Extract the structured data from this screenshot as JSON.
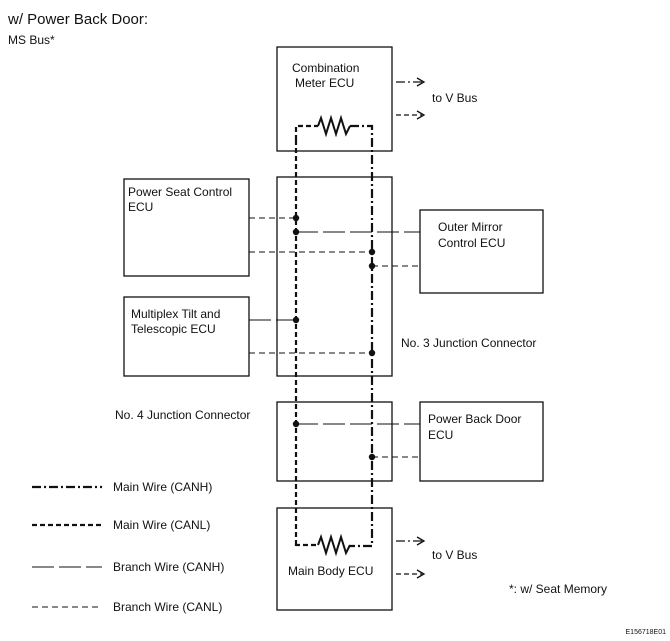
{
  "header": {
    "title": "w/ Power Back Door:",
    "subtitle": "MS Bus*"
  },
  "ecus": {
    "combination_meter": {
      "line1": "Combination",
      "line2": "Meter ECU"
    },
    "power_seat": {
      "line1": "Power Seat Control",
      "line2": "ECU"
    },
    "outer_mirror": {
      "line1": "Outer Mirror",
      "line2": "Control ECU"
    },
    "multiplex_tilt": {
      "line1": "Multiplex Tilt and",
      "line2": "Telescopic ECU"
    },
    "power_back_door": {
      "line1": "Power Back Door",
      "line2": "ECU"
    },
    "main_body": {
      "line1": "Main Body ECU"
    }
  },
  "connectors": {
    "no3": "No. 3 Junction Connector",
    "no4": "No. 4 Junction Connector"
  },
  "v_bus_top": "to V Bus",
  "v_bus_bottom": "to V Bus",
  "legend": {
    "main_canh": "Main Wire (CANH)",
    "main_canl": "Main Wire (CANL)",
    "branch_canh": "Branch Wire (CANH)",
    "branch_canl": "Branch Wire (CANL)"
  },
  "footnote": "*: w/ Seat Memory",
  "figure_id": "E156718E01"
}
